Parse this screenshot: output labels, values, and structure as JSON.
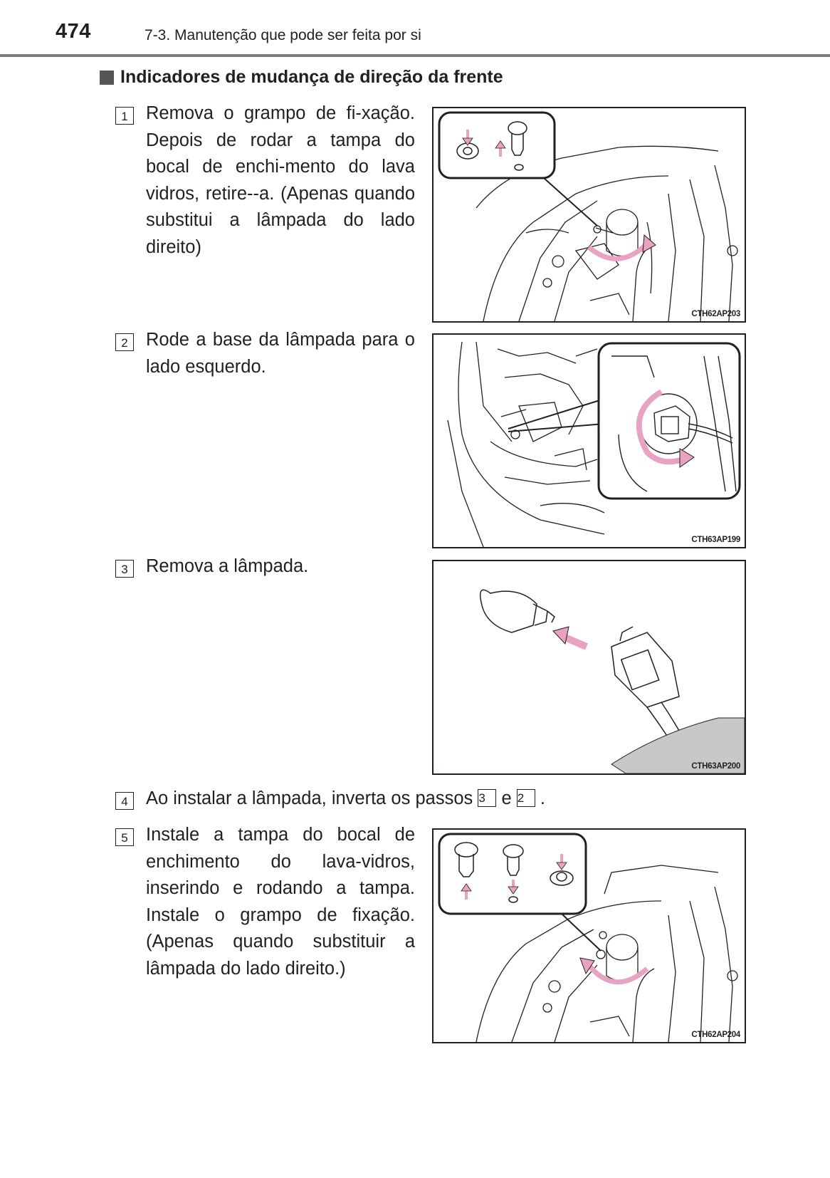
{
  "header": {
    "page_number": "474",
    "chapter": "7-3. Manutenção que pode ser feita por si"
  },
  "section": {
    "title": "Indicadores de mudança de direção da frente"
  },
  "steps": [
    {
      "number": "1",
      "text": "Remova o grampo de fi-xação. Depois de rodar a tampa do bocal de enchi-mento do lava vidros, retire--a. (Apenas quando substitui a lâmpada do lado direito)",
      "figure_code": "CTH62AP203"
    },
    {
      "number": "2",
      "text": "Rode a base da lâmpada para o lado esquerdo.",
      "figure_code": "CTH63AP199"
    },
    {
      "number": "3",
      "text": "Remova a lâmpada.",
      "figure_code": "CTH63AP200"
    },
    {
      "number": "4",
      "text_before": "Ao instalar a lâmpada, inverta os passos",
      "ref_a": "3",
      "text_between": "e",
      "ref_b": "2",
      "text_after": "."
    },
    {
      "number": "5",
      "text": "Instale a tampa do bocal de enchimento do lava-vidros, inserindo e rodando a tampa. Instale o grampo de fixação. (Apenas quando substituir a lâmpada do lado direito.)",
      "figure_code": "CTH62AP204"
    }
  ],
  "colors": {
    "arrow_pink": "#e8a3c2",
    "rule_gray": "#7a7a7a",
    "line_art": "#231f20"
  }
}
